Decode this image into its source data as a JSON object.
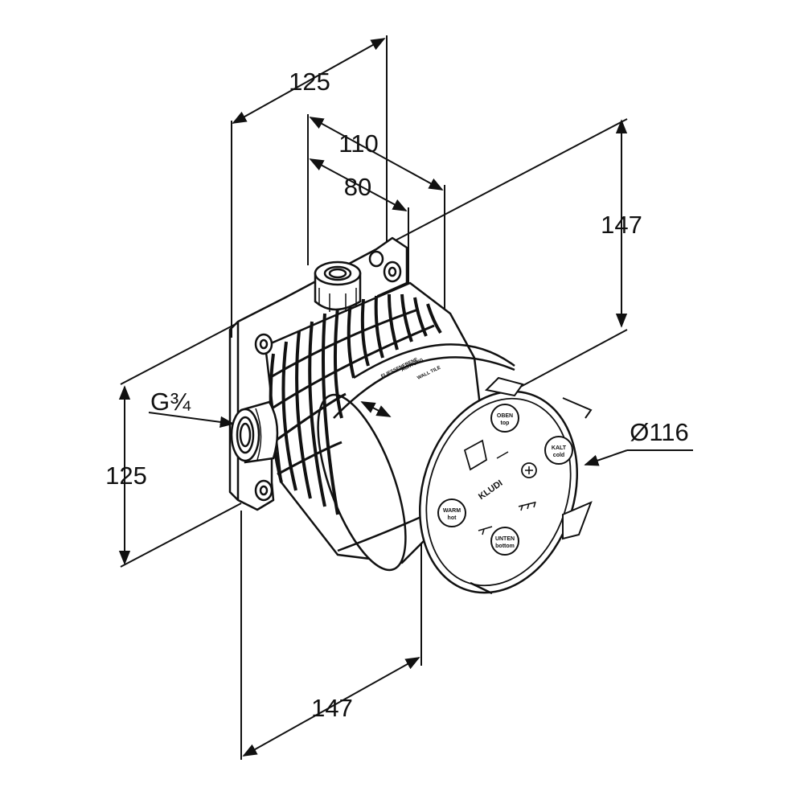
{
  "dimensions": {
    "top_width": "125",
    "mid_width": "110",
    "inner_width": "80",
    "right_height": "147",
    "left_height": "125",
    "bottom_depth": "147",
    "diameter": "Ø116",
    "thread": "G¾"
  },
  "face_labels": {
    "top": [
      "OBEN",
      "top"
    ],
    "right": [
      "KALT",
      "cold"
    ],
    "left": [
      "WARM",
      "hot"
    ],
    "bottom": [
      "UNTEN",
      "bottom"
    ],
    "brand": "KLUDI"
  },
  "body_text": {
    "line1": "FLIESSENEBENE",
    "line2": "ACHTUNG",
    "line3": "WALL TILE"
  }
}
